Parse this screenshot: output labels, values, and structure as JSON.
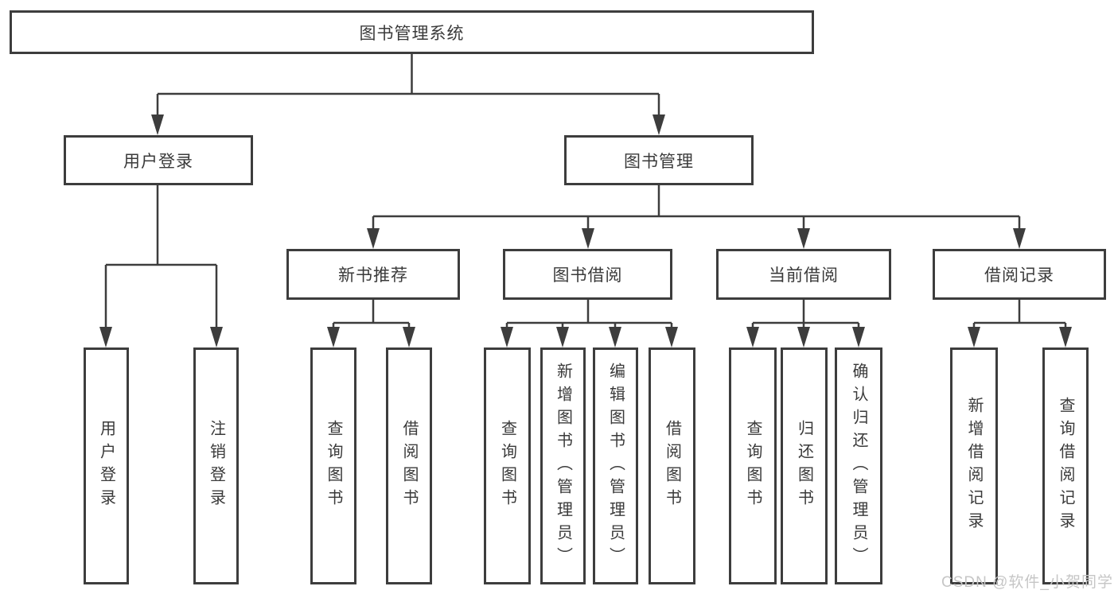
{
  "tree": {
    "root": {
      "label": "图书管理系统",
      "children": [
        {
          "label": "用户登录",
          "children": [
            {
              "label": "用户登录"
            },
            {
              "label": "注销登录"
            }
          ]
        },
        {
          "label": "图书管理",
          "children": [
            {
              "label": "新书推荐",
              "children": [
                {
                  "label": "查询图书"
                },
                {
                  "label": "借阅图书"
                }
              ]
            },
            {
              "label": "图书借阅",
              "children": [
                {
                  "label": "查询图书"
                },
                {
                  "label": "新增图书（管理员）"
                },
                {
                  "label": "编辑图书（管理员）"
                },
                {
                  "label": "借阅图书"
                }
              ]
            },
            {
              "label": "当前借阅",
              "children": [
                {
                  "label": "查询图书"
                },
                {
                  "label": "归还图书"
                },
                {
                  "label": "确认归还（管理员）"
                }
              ]
            },
            {
              "label": "借阅记录",
              "children": [
                {
                  "label": "新增借阅记录"
                },
                {
                  "label": "查询借阅记录"
                }
              ]
            }
          ]
        }
      ]
    }
  },
  "watermark": {
    "text": "CSDN @软件_小贺同学"
  },
  "colors": {
    "line": "#3d3d3d",
    "border": "#3d3d3d",
    "text": "#3a3a3a",
    "watermark": "#c6c6c6",
    "background": "#ffffff"
  }
}
